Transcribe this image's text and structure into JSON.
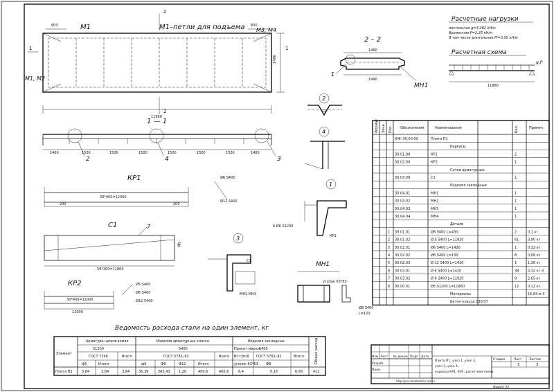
{
  "plan": {
    "title": "М1–петли для подъема",
    "label_m1": "М1",
    "label_m3m4": "М3, М4",
    "label_m1m2": "М1, М2",
    "dim_length": "11960",
    "dim_width": "1490",
    "dim_80a": "800",
    "dim_80b": "800",
    "section_mark": "2",
    "section_mark_b": "2",
    "side_mark": "1",
    "side_mark_b": "1"
  },
  "section11": {
    "title": "1 — 1",
    "dims": [
      "1460",
      "1500",
      "1500",
      "1500",
      "1500",
      "1500",
      "1500",
      "1460"
    ],
    "callouts": [
      "2",
      "4",
      "3"
    ]
  },
  "section22": {
    "title": "2 – 2",
    "dim_top": "1460",
    "dim_bottom": "1490",
    "label": "МН1",
    "callout": "1"
  },
  "loads": {
    "title": "Расчетные нагрузки",
    "line1": "постоянная g=3,282 кН/м",
    "line2": "Временная P=2,25 кН/м",
    "line3": "В том числе длительная Pl=0,00 кН/м",
    "scheme_title": "Расчетная схема",
    "span": "11880",
    "load_label": "q,P"
  },
  "details": {
    "n2": "2",
    "n4": "4",
    "n1": "1",
    "n3": "3",
    "kr1_title": "КР1",
    "kr1_dim": "30*400=12000",
    "kr1_ends": [
      "200",
      "200"
    ],
    "c1_title": "С1",
    "c1_callouts": [
      "7",
      "6"
    ],
    "c1_dim": "59*200=11800",
    "kr2_title": "КР2",
    "kr2_dim": "30*400=12000",
    "kr2_tot": "12000",
    "rebar_a": "Ø6 S400",
    "rebar_b": "Ø12 S400",
    "rebar_c": "Ø5 S400",
    "rebar_d": "Ø6 S400",
    "rebar_e": "Ø12 S400",
    "det1_label": "6\nØ6 S1200",
    "det1_kr": "КР1",
    "det3_label": "С1",
    "det3_mn": "МН2 МН3",
    "mn1_title": "МН1",
    "mn1_ugol": "уголок 63*63",
    "mn1_rebar": "Ø8 S400",
    "mn1_len": "L=120"
  },
  "spec": {
    "headers": [
      "Формат",
      "Зона",
      "Поз.",
      "Обозначение",
      "Наименование",
      "Кол.",
      "Примеч."
    ],
    "rows": [
      {
        "fmt": "",
        "zone": "",
        "pos": "",
        "code": "КЖ–30.00.00",
        "name": "Плита П1",
        "qty": "",
        "note": ""
      },
      {
        "fmt": "",
        "zone": "",
        "pos": "",
        "code": "",
        "name": "Каркасы",
        "qty": "",
        "note": ""
      },
      {
        "fmt": "",
        "zone": "",
        "pos": "",
        "code": "30.01.00",
        "name": "КР1",
        "qty": "2",
        "note": ""
      },
      {
        "fmt": "",
        "zone": "",
        "pos": "",
        "code": "30.02.00",
        "name": "КР2",
        "qty": "1",
        "note": ""
      },
      {
        "fmt": "",
        "zone": "",
        "pos": "",
        "code": "",
        "name": "Сетки арматурные",
        "qty": "",
        "note": ""
      },
      {
        "fmt": "",
        "zone": "",
        "pos": "",
        "code": "30.03.00",
        "name": "С1",
        "qty": "1",
        "note": ""
      },
      {
        "fmt": "",
        "zone": "",
        "pos": "",
        "code": "",
        "name": "Изделия закладные",
        "qty": "",
        "note": ""
      },
      {
        "fmt": "",
        "zone": "",
        "pos": "",
        "code": "30.04.01",
        "name": "МН1",
        "qty": "1",
        "note": ""
      },
      {
        "fmt": "",
        "zone": "",
        "pos": "",
        "code": "30.04.02",
        "name": "МН2",
        "qty": "1",
        "note": ""
      },
      {
        "fmt": "",
        "zone": "",
        "pos": "",
        "code": "30.04.03",
        "name": "МН3",
        "qty": "1",
        "note": ""
      },
      {
        "fmt": "",
        "zone": "",
        "pos": "",
        "code": "30.04.04",
        "name": "МН4",
        "qty": "1",
        "note": ""
      },
      {
        "fmt": "",
        "zone": "",
        "pos": "",
        "code": "",
        "name": "Детали",
        "qty": "",
        "note": ""
      },
      {
        "fmt": "",
        "zone": "",
        "pos": "1",
        "code": "30.01.01",
        "name": "Ø6 S400 L=430",
        "qty": "2",
        "note": "0,1 кг"
      },
      {
        "fmt": "",
        "zone": "",
        "pos": "2",
        "code": "30.01.02",
        "name": "Ø 5 S400 L=11920",
        "qty": "61",
        "note": "3,90 кг"
      },
      {
        "fmt": "",
        "zone": "",
        "pos": "3",
        "code": "30.02.01",
        "name": "Ø6 S400 L=1420",
        "qty": "1",
        "note": "0,32 кг"
      },
      {
        "fmt": "",
        "zone": "",
        "pos": "4",
        "code": "30.02.02",
        "name": "Ø6 S400 L=130",
        "qty": "8",
        "note": "0,06 кг"
      },
      {
        "fmt": "",
        "zone": "",
        "pos": "5",
        "code": "30.02.03",
        "name": "Ø 12 S400 L=1420",
        "qty": "1",
        "note": "1,26 кг"
      },
      {
        "fmt": "",
        "zone": "",
        "pos": "6",
        "code": "30.03.01",
        "name": "Ø 6 S400 L=1420",
        "qty": "38",
        "note": "0,32 кг 3"
      },
      {
        "fmt": "",
        "zone": "",
        "pos": "7",
        "code": "30.03.02",
        "name": "Ø 6 S400 L=11920",
        "qty": "9",
        "note": "2,65 кг"
      },
      {
        "fmt": "",
        "zone": "",
        "pos": "8",
        "code": "30.00.01",
        "name": "Ø5 S1200 L=11960",
        "qty": "12",
        "note": "0,12 кг"
      },
      {
        "fmt": "",
        "zone": "",
        "pos": "",
        "code": "",
        "name": "Материалы",
        "qty": "",
        "note": "16,84 м 3"
      },
      {
        "fmt": "",
        "zone": "",
        "pos": "",
        "code": "",
        "name": "Бетон класса С30/37",
        "qty": "",
        "note": ""
      }
    ]
  },
  "steel": {
    "title": "Ведомость расхода стали на один элемент, кг",
    "h_element": "Элемент",
    "h_prestress": "Арматура напрягаемая",
    "h_rebar": "Изделия арматурные класса",
    "h_embed": "Изделия закладные",
    "h_total": "Общий расход",
    "s1200": "S1200",
    "s400": "S400",
    "s400b": "S400",
    "gost1": "ГОСТ 7348",
    "gost2": "ГОСТ 5781–82",
    "prokat": "Прокат марки",
    "prokat2": "BСт3пс6",
    "gost3": "ГОСТ 5781–82",
    "vsego": "Всего",
    "vsego2": "Всего",
    "vsego3": "Всего",
    "sub": [
      "ф5",
      "Итого",
      "ф6",
      "Ф8",
      "Ф12",
      "Итого",
      "уголок 63*63",
      "Ф8"
    ],
    "row": [
      "Плита П1",
      "3,84",
      "3,84",
      "3,84",
      "36,39",
      "363,43",
      "1,26",
      "400,6",
      "400,6",
      "6,4",
      "0,16",
      "6,56",
      "411"
    ]
  },
  "stamp": {
    "izm": "Изм.",
    "list": "Лист",
    "ndok": "№ докум.",
    "podp": "Подп.",
    "data": "Дата",
    "razrab": "Разраб.",
    "prov": "Пров.",
    "desc": "Плита П1, узел 1, узел 2,\nузел 3, узел 4,\nкаркасы КР1, КР2, расчетная схема",
    "stadiya": "Стадия",
    "listk": "Лист",
    "listov": "Листов",
    "stadiya_v": "",
    "list_v": "3",
    "listov_v": "3",
    "format": "Формат А3",
    "site": "http://pro-stroitelstvo.net.ru"
  }
}
